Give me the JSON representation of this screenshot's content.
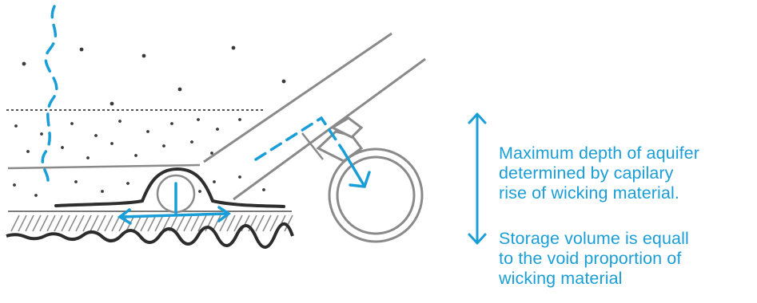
{
  "colors": {
    "blue": "#1a9ed8",
    "ink": "#2e2e2e",
    "gray": "#7a7a7a"
  },
  "captions": {
    "depth": [
      "Maximum depth of aquifer",
      "determined by capilary",
      "rise of wicking material."
    ],
    "storage": [
      "Storage volume is equall",
      "to the void proportion of",
      "wicking material"
    ]
  }
}
